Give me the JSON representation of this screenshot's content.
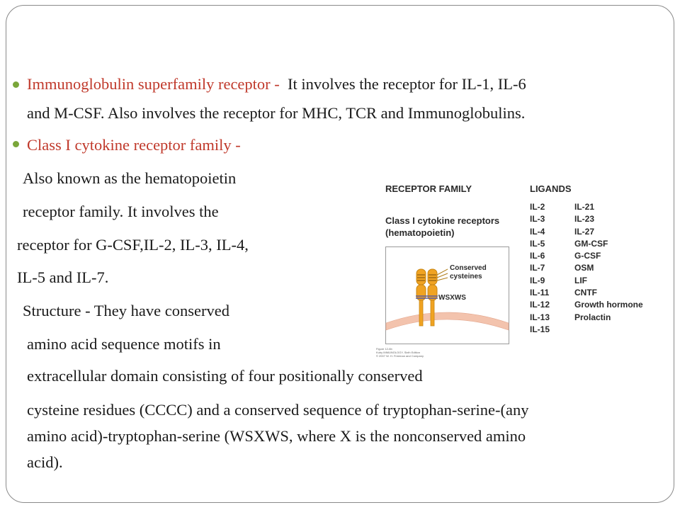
{
  "slide": {
    "bullet1": {
      "heading": "Immunoglobulin superfamily receptor",
      "separator": " - ",
      "line1_rest": "It involves the receptor for IL-1, IL-6",
      "line2": "and M-CSF.  Also involves the receptor for MHC, TCR and Immunoglobulins."
    },
    "bullet2": {
      "heading": "Class I cytokine receptor family",
      "separator": " -"
    },
    "body_lines": [
      "Also known as the hematopoietin",
      "receptor family. It involves the",
      "receptor for G-CSF,IL-2, IL-3, IL-4,",
      "IL-5 and IL-7.",
      "Structure - They have conserved",
      "amino acid sequence motifs in",
      "extracellular domain consisting of four positionally conserved",
      "cysteine residues (CCCC) and a conserved sequence of tryptophan-serine-(any",
      "amino acid)-tryptophan-serine (WSXWS, where X is the nonconserved amino",
      "acid)."
    ],
    "accent_color": "#c0392b",
    "bullet_color": "#7aa63a"
  },
  "figure": {
    "col1_header": "RECEPTOR FAMILY",
    "col2_header": "LIGANDS",
    "family_line1": "Class I cytokine receptors",
    "family_line2": "(hematopoietin)",
    "callout1_line1": "Conserved",
    "callout1_line2": "cysteines",
    "callout2": "WSXWS",
    "ligands_col1": [
      "IL-2",
      "IL-3",
      "IL-4",
      "IL-5",
      "IL-6",
      "IL-7",
      "IL-9",
      "IL-11",
      "IL-12",
      "IL-13",
      "IL-15"
    ],
    "ligands_col2": [
      "IL-21",
      "IL-23",
      "IL-27",
      "GM-CSF",
      "G-CSF",
      "OSM",
      "LIF",
      "CNTF",
      "Growth hormone",
      "Prolactin"
    ],
    "credit_line1": "Figure 12-6b",
    "credit_line2": "Kuby IMMUNOLOGY, Sixth Edition",
    "credit_line3": "© 2007 W. H. Freeman and Company"
  }
}
